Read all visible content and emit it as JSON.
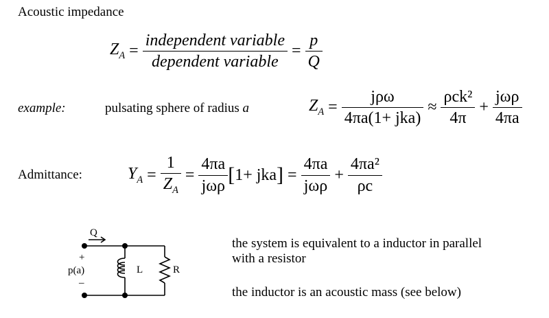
{
  "title": "Acoustic impedance",
  "eq1": {
    "lhs": "Z",
    "lhs_sub": "A",
    "num1": "independent variable",
    "den1": "dependent variable",
    "num2": "p",
    "den2": "Q"
  },
  "example": {
    "label": "example:",
    "desc_prefix": "pulsating sphere of radius",
    "desc_var": "a",
    "lhs": "Z",
    "lhs_sub": "A",
    "f1_num": "jρω",
    "f1_den": "4πa(1+ jka)",
    "approx": "≈",
    "f2_num": "ρck²",
    "f2_den": "4π",
    "f3_num": "jωρ",
    "f3_den": "4πa"
  },
  "admittance": {
    "label": "Admittance:",
    "lhs": "Y",
    "lhs_sub": "A",
    "f1_num": "1",
    "f1_den": "Z",
    "f1_den_sub": "A",
    "f2_num": "4πa",
    "f2_den": "jωρ",
    "bracket": "1+ jka",
    "f3_num": "4πa",
    "f3_den": "jωρ",
    "f4_num": "4πa²",
    "f4_den": "ρc"
  },
  "circuit": {
    "flow_label": "Q",
    "plus": "+",
    "source_label": "p(a)",
    "minus": "–",
    "inductor_label": "L",
    "resistor_label": "R"
  },
  "notes": {
    "line1": "the system is equivalent to a inductor in parallel",
    "line2": "with a resistor",
    "line3": "the inductor is an acoustic mass (see below)"
  }
}
